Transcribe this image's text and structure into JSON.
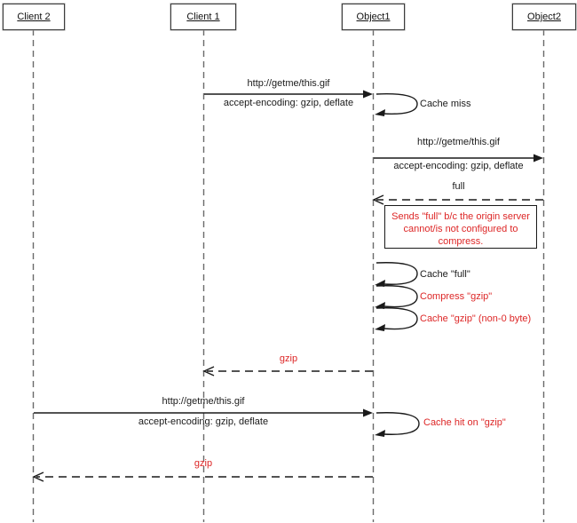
{
  "actors": [
    {
      "label": "Client 2"
    },
    {
      "label": "Client 1"
    },
    {
      "label": "Object1"
    },
    {
      "label": "Object2"
    }
  ],
  "flow": {
    "req1": {
      "line1": "http://getme/this.gif",
      "line2": "accept-encoding: gzip, deflate"
    },
    "cache_miss": "Cache miss",
    "req2": {
      "line1": "http://getme/this.gif",
      "line2": "accept-encoding: gzip, deflate"
    },
    "resp_full": "full",
    "note": "Sends \"full\" b/c the origin server cannot/is not configured to compress.",
    "cache_full": "Cache \"full\"",
    "compress_gzip": "Compress \"gzip\"",
    "cache_gzip": "Cache \"gzip\" (non-0 byte)",
    "resp_gzip1": "gzip",
    "req3": {
      "line1": "http://getme/this.gif",
      "line2": "accept-encoding: gzip, deflate"
    },
    "cache_hit": "Cache hit on \"gzip\"",
    "resp_gzip2": "gzip"
  },
  "colors": {
    "red": "#dd2626",
    "line": "#1a1a1a",
    "lifeline": "#6a6a6a",
    "background": "#ffffff"
  }
}
